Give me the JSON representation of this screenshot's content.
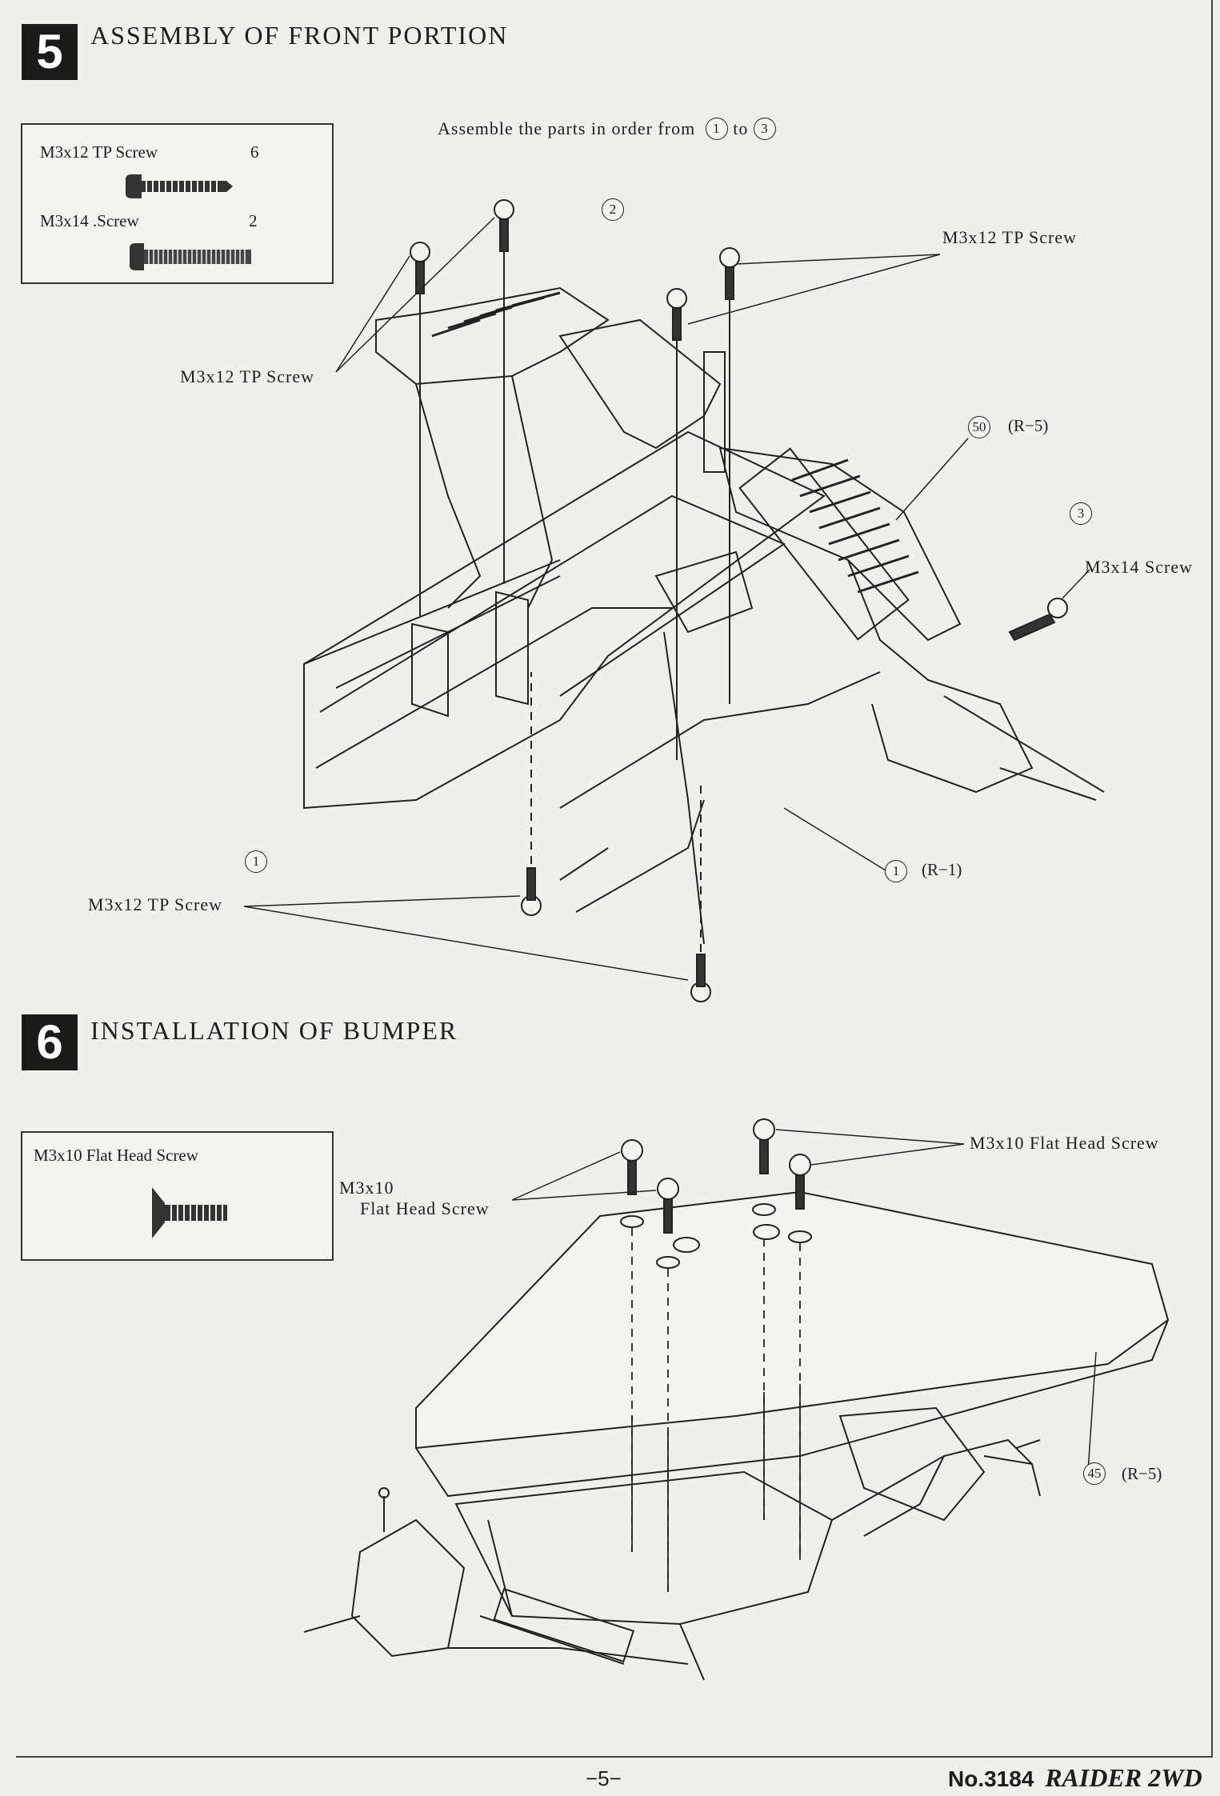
{
  "step5": {
    "number": "5",
    "title": "ASSEMBLY OF FRONT PORTION",
    "parts": [
      {
        "name": "M3x12 TP Screw",
        "qty": "6"
      },
      {
        "name": "M3x14 .Screw",
        "qty": "2"
      }
    ],
    "instruction_prefix": "Assemble the parts in order from",
    "instruction_from": "1",
    "instruction_to": "3",
    "instruction_joiner": "to",
    "callout_tp_upper_right": "M3x12 TP Screw",
    "callout_tp_left": "M3x12 TP Screw",
    "callout_tp_bottom": "M3x12 TP Screw",
    "callout_m3x14": "M3x14 Screw",
    "marker_1": "1",
    "marker_2": "2",
    "marker_3": "3",
    "ref_50_num": "50",
    "ref_50_code": "(R−5)",
    "ref_1_num": "1",
    "ref_1_code": "(R−1)"
  },
  "step6": {
    "number": "6",
    "title": "INSTALLATION OF BUMPER",
    "parts": [
      {
        "name": "M3x10 Flat Head Screw"
      }
    ],
    "callout_left_line1": "M3x10",
    "callout_left_line2": "Flat Head Screw",
    "callout_right": "M3x10 Flat Head Screw",
    "ref_45_num": "45",
    "ref_45_code": "(R−5)"
  },
  "footer": {
    "page": "−5−",
    "model_no": "No.3184",
    "model_name": "RAIDER 2WD"
  }
}
